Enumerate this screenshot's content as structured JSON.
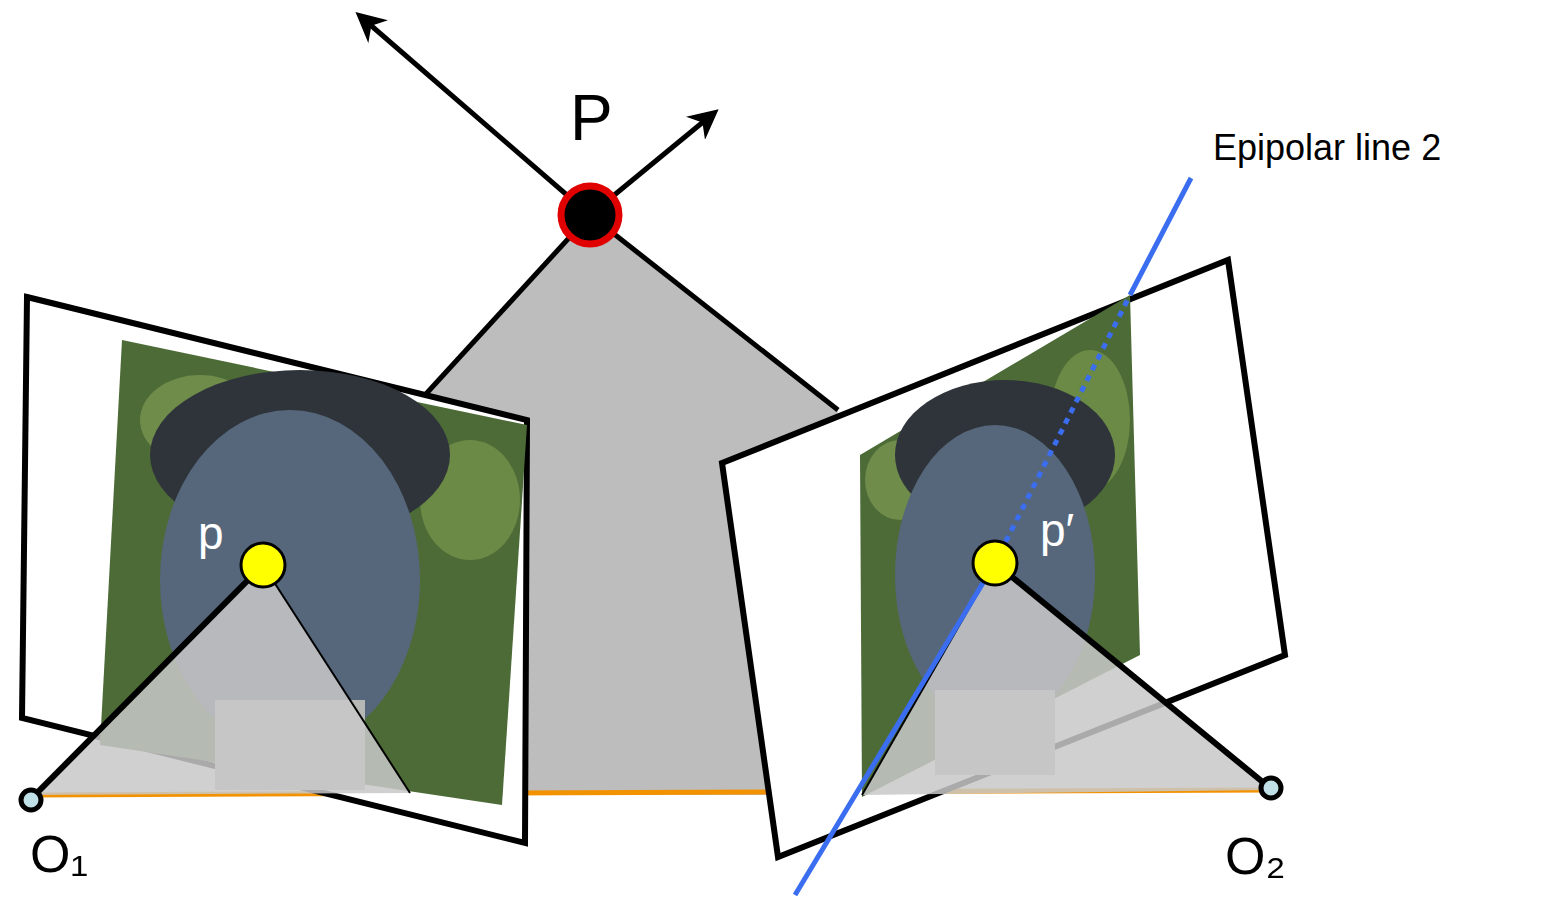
{
  "diagram": {
    "labels": [
      "P",
      "Epipolar line 2",
      "p",
      "p′",
      "O₁",
      "O₂"
    ]
  }
}
